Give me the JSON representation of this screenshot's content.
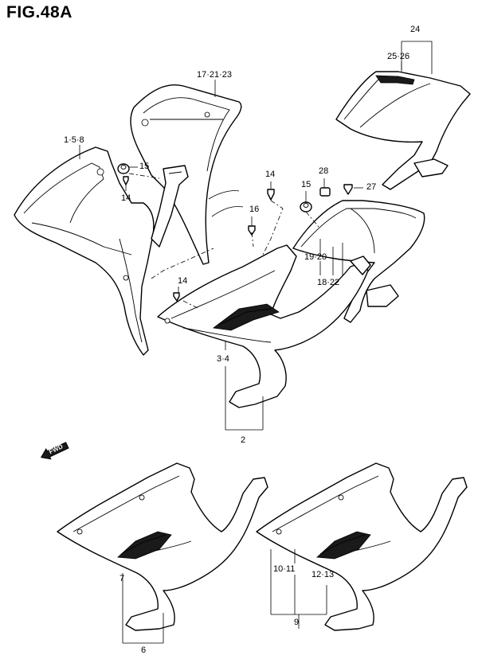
{
  "figure": {
    "title": "FIG.48A"
  },
  "fwd_badge": {
    "text": "FWD"
  },
  "callouts": {
    "c24": "24",
    "c25_26": "25·26",
    "c17_21_23": "17·21·23",
    "c1_5_8": "1·5·8",
    "c15a": "15",
    "c14a": "14",
    "c14b": "14",
    "c28": "28",
    "c15b": "15",
    "c27": "27",
    "c16": "16",
    "c19_20": "19·20",
    "c18_22": "18·22",
    "c14c": "14",
    "c3_4": "3·4",
    "c2": "2",
    "c7": "7",
    "c6": "6",
    "c10_11": "10·11",
    "c12_13": "12·13",
    "c9": "9"
  }
}
